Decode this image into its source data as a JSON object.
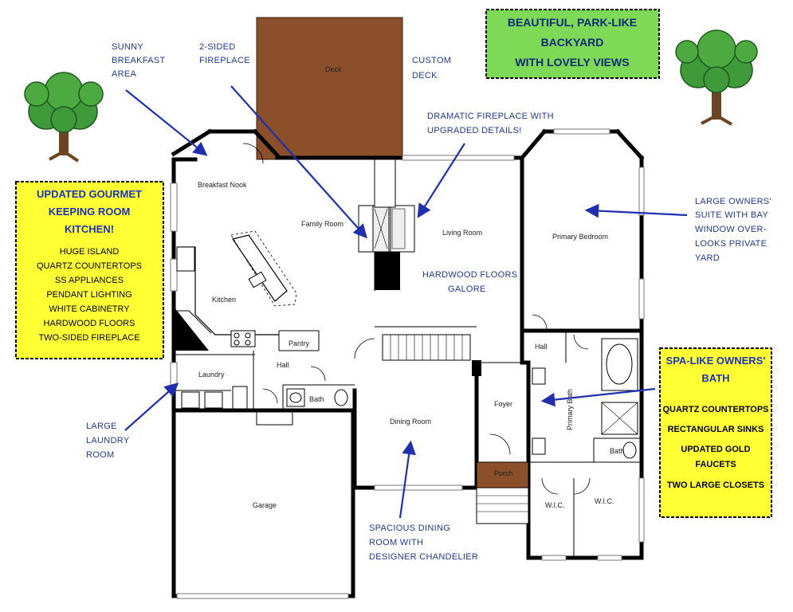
{
  "rooms": {
    "deck": "Deck",
    "breakfast_nook": "Breakfast Nook",
    "family_room": "Family Room",
    "living_room": "Living Room",
    "primary_bedroom": "Primary Bedroom",
    "kitchen": "Kitchen",
    "pantry": "Pantry",
    "laundry": "Laundry",
    "hall_left": "Hall",
    "hall_right": "Hall",
    "bath_left": "Bath",
    "bath_right": "Bath",
    "primary_bath": "Primary Bath",
    "foyer": "Foyer",
    "dining_room": "Dining Room",
    "porch": "Porch",
    "garage": "Garage",
    "wic_left": "W.I.C.",
    "wic_right": "W.I.C."
  },
  "notes": {
    "breakfast": [
      "SUNNY",
      "BREAKFAST",
      "AREA"
    ],
    "fireplace2": [
      "2-SIDED",
      "FIREPLACE"
    ],
    "deck": [
      "CUSTOM",
      "DECK"
    ],
    "dramatic": [
      "DRAMATIC FIREPLACE WITH",
      "UPGRADED DETAILS!"
    ],
    "owners_suite": [
      "LARGE OWNERS'",
      "SUITE WITH BAY",
      "WINDOW OVER-",
      "LOOKS PRIVATE",
      "YARD"
    ],
    "hardwood": [
      "HARDWOOD FLOORS",
      "GALORE"
    ],
    "laundry": [
      "LARGE",
      "LAUNDRY",
      "ROOM"
    ],
    "dining": [
      "SPACIOUS DINING",
      "ROOM WITH",
      "DESIGNER CHANDELIER"
    ]
  },
  "boxes": {
    "backyard": {
      "lines": [
        "BEAUTIFUL, PARK-LIKE",
        "BACKYARD",
        "WITH LOVELY VIEWS"
      ],
      "color": "#7ed957"
    },
    "kitchen": {
      "title": [
        "UPDATED GOURMET",
        "KEEPING ROOM",
        "KITCHEN!"
      ],
      "items": [
        "HUGE ISLAND",
        "QUARTZ COUNTERTOPS",
        "SS APPLIANCES",
        "PENDANT LIGHTING",
        "WHITE CABINETRY",
        "HARDWOOD FLOORS",
        "TWO-SIDED FIREPLACE"
      ],
      "color": "#ffff33"
    },
    "bath": {
      "title": [
        "SPA-LIKE OWNERS'",
        "BATH"
      ],
      "items": [
        "QUARTZ COUNTERTOPS",
        "RECTANGULAR SINKS",
        "UPDATED GOLD",
        "FAUCETS",
        "TWO LARGE CLOSETS"
      ],
      "color": "#ffff33"
    }
  },
  "colors": {
    "deck": "#8b4f2a",
    "porch": "#8b4f2a",
    "arrow": "#1f2fb0",
    "tree_foliage": "#3f9a3a",
    "tree_trunk": "#6b4423"
  }
}
